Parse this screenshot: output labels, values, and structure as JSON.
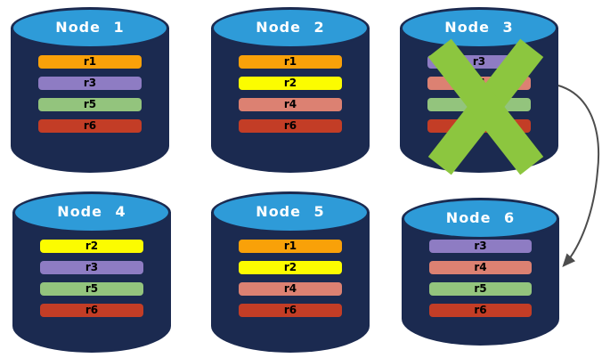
{
  "colors": {
    "background": "#FFFFFF",
    "cylinder_body": "#1B2A50",
    "cylinder_top_fill": "#2E9BD8",
    "node_title_text": "#FFFFFF",
    "replica_label_text": "#000000",
    "failure_x": "#8CC63F",
    "arrow_stroke": "#4D4D4D"
  },
  "nodes": [
    {
      "title": "Node 1",
      "failed": false,
      "replicas": [
        {
          "label": "r1",
          "color": "#F9A109"
        },
        {
          "label": "r3",
          "color": "#8E7CC3"
        },
        {
          "label": "r5",
          "color": "#93C47D"
        },
        {
          "label": "r6",
          "color": "#C33D26"
        }
      ]
    },
    {
      "title": "Node 2",
      "failed": false,
      "replicas": [
        {
          "label": "r1",
          "color": "#F9A109"
        },
        {
          "label": "r2",
          "color": "#FCFC00"
        },
        {
          "label": "r4",
          "color": "#DC8172"
        },
        {
          "label": "r6",
          "color": "#C33D26"
        }
      ]
    },
    {
      "title": "Node 3",
      "failed": true,
      "replicas": [
        {
          "label": "r3",
          "color": "#8E7CC3"
        },
        {
          "label": "r4",
          "color": "#DC8172"
        },
        {
          "label": "r5",
          "color": "#93C47D"
        },
        {
          "label": "r6",
          "color": "#C33D26"
        }
      ]
    },
    {
      "title": "Node 4",
      "failed": false,
      "replicas": [
        {
          "label": "r2",
          "color": "#FCFC00"
        },
        {
          "label": "r3",
          "color": "#8E7CC3"
        },
        {
          "label": "r5",
          "color": "#93C47D"
        },
        {
          "label": "r6",
          "color": "#C33D26"
        }
      ]
    },
    {
      "title": "Node 5",
      "failed": false,
      "replicas": [
        {
          "label": "r1",
          "color": "#F9A109"
        },
        {
          "label": "r2",
          "color": "#FCFC00"
        },
        {
          "label": "r4",
          "color": "#DC8172"
        },
        {
          "label": "r6",
          "color": "#C33D26"
        }
      ]
    },
    {
      "title": "Node 6",
      "failed": false,
      "replicas": [
        {
          "label": "r3",
          "color": "#8E7CC3"
        },
        {
          "label": "r4",
          "color": "#DC8172"
        },
        {
          "label": "r5",
          "color": "#93C47D"
        },
        {
          "label": "r6",
          "color": "#C33D26"
        }
      ]
    }
  ],
  "annotations": {
    "failure_mark": {
      "node": "Node 3"
    },
    "arrow": {
      "from": "Node 3",
      "to": "Node 6"
    }
  }
}
